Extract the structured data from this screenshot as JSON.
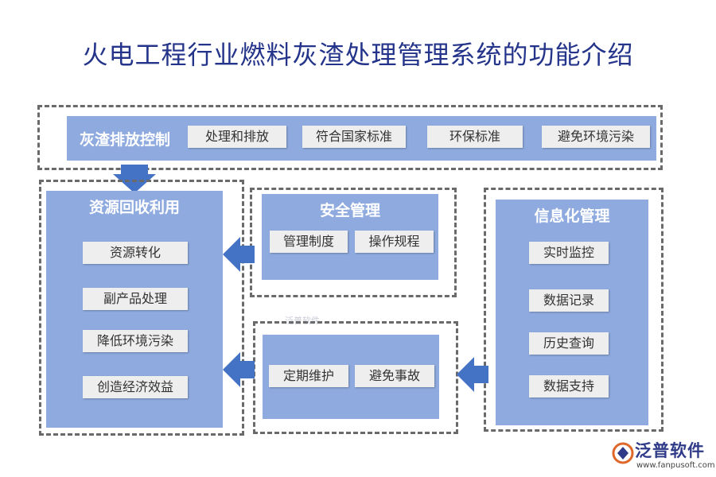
{
  "title": "火电工程行业燃料灰渣处理管理系统的功能介绍",
  "top_section": {
    "label": "灰渣排放控制",
    "items": [
      "处理和排放",
      "符合国家标准",
      "环保标准",
      "避免环境污染"
    ]
  },
  "resource_section": {
    "label": "资源回收利用",
    "items": [
      "资源转化",
      "副产品处理",
      "降低环境污染",
      "创造经济效益"
    ]
  },
  "safety_section": {
    "label": "安全管理",
    "items": [
      "管理制度",
      "操作规程"
    ]
  },
  "maintenance_section": {
    "items": [
      "定期维护",
      "避免事故"
    ]
  },
  "info_section": {
    "label": "信息化管理",
    "items": [
      "实时监控",
      "数据记录",
      "历史查询",
      "数据支持"
    ]
  },
  "brand": {
    "name": "泛普软件",
    "url": "www.fanpusoft.com",
    "watermark": "泛普软件"
  },
  "colors": {
    "panel": "#8eaadf",
    "arrow": "#4472c4",
    "title": "#24348a"
  }
}
